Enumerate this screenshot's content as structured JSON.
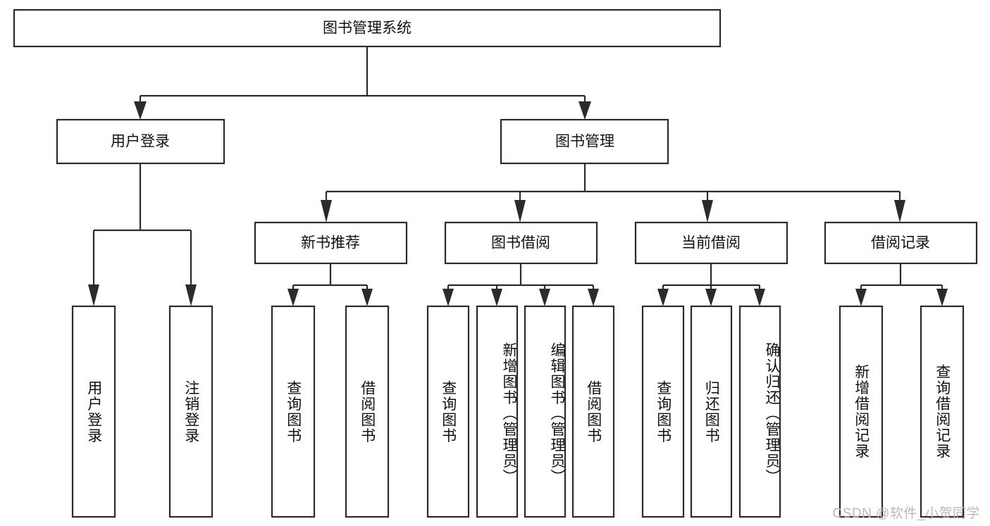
{
  "diagram": {
    "type": "tree-hierarchy",
    "title": "图书管理系统",
    "watermark": "CSDN @软件_小贺同学",
    "colors": {
      "stroke": "#2b2b2b",
      "fill": "#ffffff",
      "text": "#111111",
      "watermark": "#b9b9b9",
      "background": "#ffffff"
    },
    "levels": {
      "level1": [
        {
          "id": "root",
          "label": "图书管理系统",
          "orientation": "horizontal"
        }
      ],
      "level2": [
        {
          "id": "user-login",
          "label": "用户登录",
          "orientation": "horizontal",
          "parent": "root"
        },
        {
          "id": "book-manage",
          "label": "图书管理",
          "orientation": "horizontal",
          "parent": "root"
        }
      ],
      "level3": [
        {
          "id": "new-book-rec",
          "label": "新书推荐",
          "orientation": "horizontal",
          "parent": "book-manage"
        },
        {
          "id": "book-borrow",
          "label": "图书借阅",
          "orientation": "horizontal",
          "parent": "book-manage"
        },
        {
          "id": "current-borrow",
          "label": "当前借阅",
          "orientation": "horizontal",
          "parent": "book-manage"
        },
        {
          "id": "borrow-record",
          "label": "借阅记录",
          "orientation": "horizontal",
          "parent": "book-manage"
        }
      ],
      "level4": [
        {
          "id": "leaf-user-login",
          "label": "用户登录",
          "orientation": "vertical",
          "parent": "user-login"
        },
        {
          "id": "leaf-user-logout",
          "label": "注销登录",
          "orientation": "vertical",
          "parent": "user-login"
        },
        {
          "id": "leaf-query-book-1",
          "label": "查询图书",
          "orientation": "vertical",
          "parent": "new-book-rec"
        },
        {
          "id": "leaf-borrow-book-1",
          "label": "借阅图书",
          "orientation": "vertical",
          "parent": "new-book-rec"
        },
        {
          "id": "leaf-query-book-2",
          "label": "查询图书",
          "orientation": "vertical",
          "parent": "book-borrow"
        },
        {
          "id": "leaf-add-book",
          "label": "新增图书（管理员）",
          "orientation": "vertical",
          "parent": "book-borrow"
        },
        {
          "id": "leaf-edit-book",
          "label": "编辑图书（管理员）",
          "orientation": "vertical",
          "parent": "book-borrow"
        },
        {
          "id": "leaf-borrow-book-2",
          "label": "借阅图书",
          "orientation": "vertical",
          "parent": "book-borrow"
        },
        {
          "id": "leaf-query-book-3",
          "label": "查询图书",
          "orientation": "vertical",
          "parent": "current-borrow"
        },
        {
          "id": "leaf-return-book",
          "label": "归还图书",
          "orientation": "vertical",
          "parent": "current-borrow"
        },
        {
          "id": "leaf-confirm-return",
          "label": "确认归还（管理员）",
          "orientation": "vertical",
          "parent": "current-borrow"
        },
        {
          "id": "leaf-add-record",
          "label": "新增借阅记录",
          "orientation": "vertical",
          "parent": "borrow-record"
        },
        {
          "id": "leaf-query-record",
          "label": "查询借阅记录",
          "orientation": "vertical",
          "parent": "borrow-record"
        }
      ]
    }
  }
}
